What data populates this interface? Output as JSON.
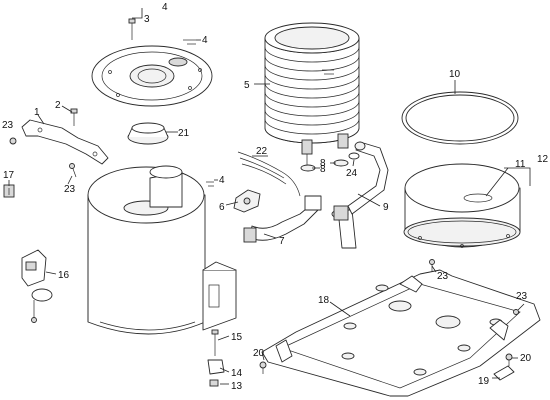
{
  "callouts": [
    {
      "id": "c1",
      "text": "1"
    },
    {
      "id": "c2",
      "text": "2"
    },
    {
      "id": "c3",
      "text": "3"
    },
    {
      "id": "c4a",
      "text": "4"
    },
    {
      "id": "c4b",
      "text": "4"
    },
    {
      "id": "c4c",
      "text": "4"
    },
    {
      "id": "c5",
      "text": "5"
    },
    {
      "id": "c6",
      "text": "6"
    },
    {
      "id": "c7",
      "text": "7"
    },
    {
      "id": "c8a",
      "text": "8"
    },
    {
      "id": "c8b",
      "text": "8"
    },
    {
      "id": "c9",
      "text": "9"
    },
    {
      "id": "c10",
      "text": "10"
    },
    {
      "id": "c11",
      "text": "11"
    },
    {
      "id": "c12",
      "text": "12"
    },
    {
      "id": "c13",
      "text": "13"
    },
    {
      "id": "c14",
      "text": "14"
    },
    {
      "id": "c15",
      "text": "15"
    },
    {
      "id": "c16",
      "text": "16"
    },
    {
      "id": "c17",
      "text": "17"
    },
    {
      "id": "c18",
      "text": "18"
    },
    {
      "id": "c19",
      "text": "19"
    },
    {
      "id": "c20a",
      "text": "20"
    },
    {
      "id": "c20b",
      "text": "20"
    },
    {
      "id": "c21",
      "text": "21"
    },
    {
      "id": "c22",
      "text": "22"
    },
    {
      "id": "c23a",
      "text": "23"
    },
    {
      "id": "c23b",
      "text": "23"
    },
    {
      "id": "c23c",
      "text": "23"
    },
    {
      "id": "c23d",
      "text": "23"
    },
    {
      "id": "c24",
      "text": "24"
    }
  ]
}
